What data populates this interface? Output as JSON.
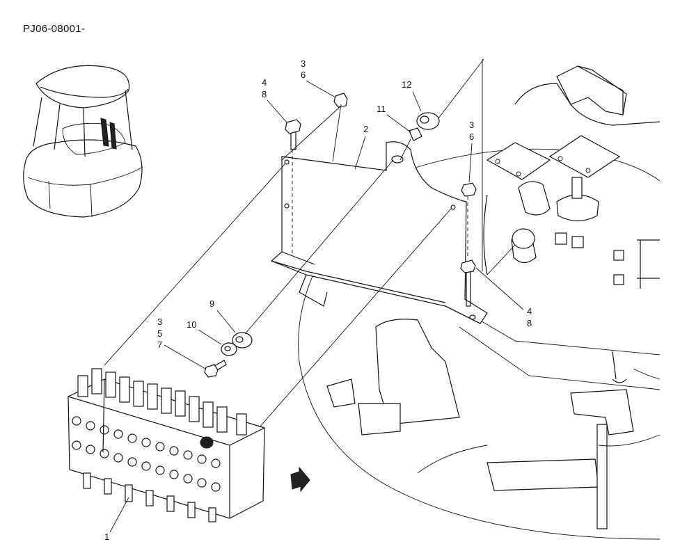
{
  "document": {
    "code": "PJ06-08001-"
  },
  "callouts": [
    {
      "id": "c-1",
      "text": "1"
    },
    {
      "id": "c-2",
      "text": "2"
    },
    {
      "id": "c-3a",
      "text": "3"
    },
    {
      "id": "c-6a",
      "text": "6"
    },
    {
      "id": "c-4a",
      "text": "4"
    },
    {
      "id": "c-8a",
      "text": "8"
    },
    {
      "id": "c-12",
      "text": "12"
    },
    {
      "id": "c-11",
      "text": "11"
    },
    {
      "id": "c-3b",
      "text": "3"
    },
    {
      "id": "c-6b",
      "text": "6"
    },
    {
      "id": "c-4b",
      "text": "4"
    },
    {
      "id": "c-8b",
      "text": "8"
    },
    {
      "id": "c-9",
      "text": "9"
    },
    {
      "id": "c-10",
      "text": "10"
    },
    {
      "id": "c-3c",
      "text": "3"
    },
    {
      "id": "c-5",
      "text": "5"
    },
    {
      "id": "c-7",
      "text": "7"
    }
  ],
  "icons": {
    "direction": "front-direction-arrow-icon"
  }
}
